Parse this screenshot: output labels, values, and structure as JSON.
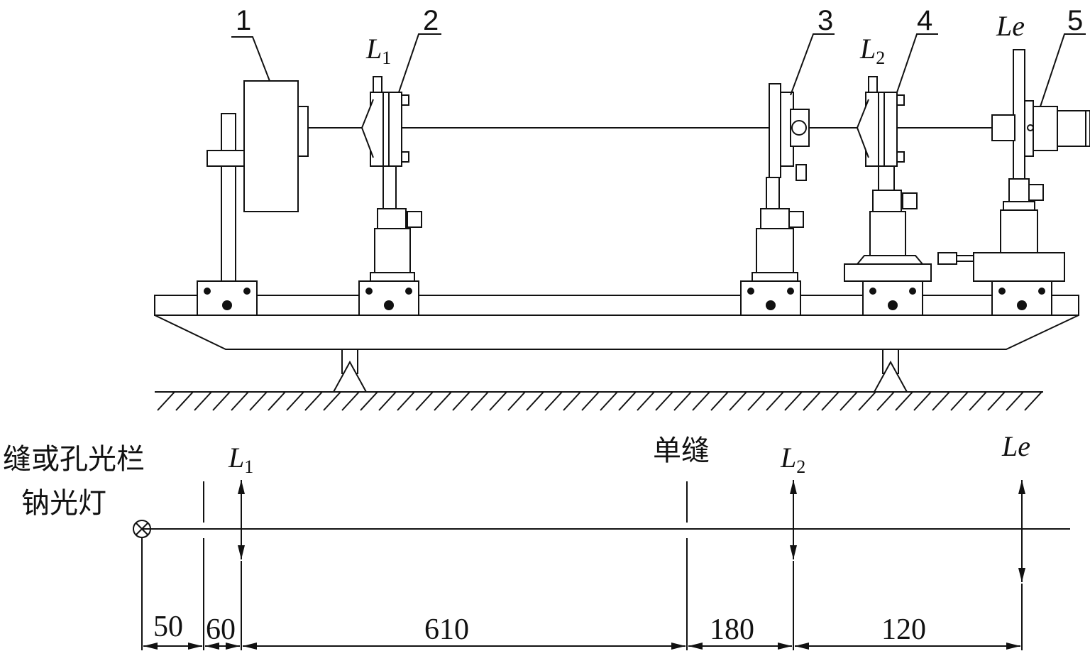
{
  "components": {
    "c1": "1",
    "c2": "2",
    "c3": "3",
    "c4": "4",
    "c5": "5"
  },
  "optics_top": {
    "L1": {
      "main": "L",
      "sub": "1"
    },
    "L2": {
      "main": "L",
      "sub": "2"
    },
    "Le": "Le"
  },
  "schematic": {
    "left_label_upper": "缝或孔光栏",
    "left_label_lower": "钠光灯",
    "L1": {
      "main": "L",
      "sub": "1"
    },
    "slit": "单缝",
    "L2": {
      "main": "L",
      "sub": "2"
    },
    "Le": "Le"
  },
  "dimensions": [
    "50",
    "60",
    "610",
    "180",
    "120"
  ]
}
